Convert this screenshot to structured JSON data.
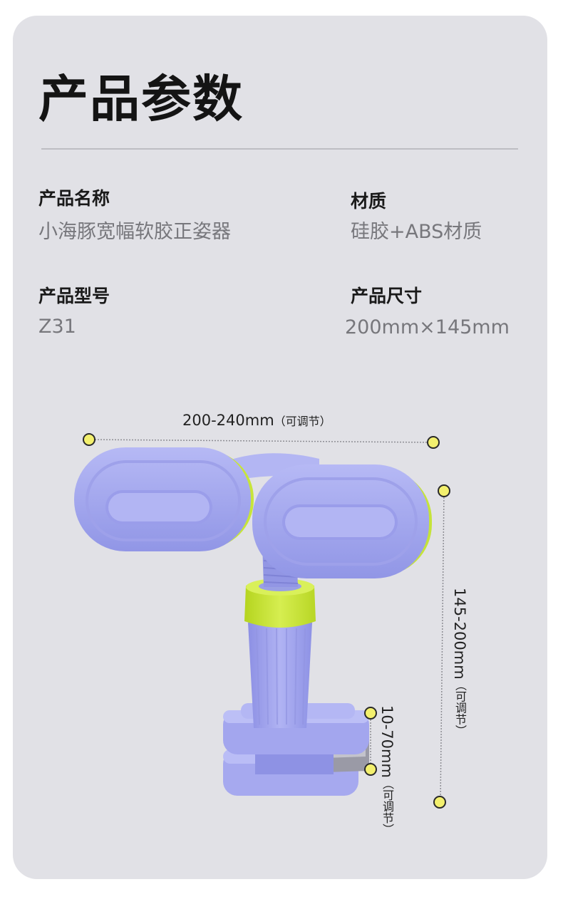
{
  "header": {
    "title": "产品参数"
  },
  "specs": {
    "name": {
      "label": "产品名称",
      "value": "小海豚宽幅软胶正姿器"
    },
    "material": {
      "label": "材质",
      "value": "硅胶+ABS材质"
    },
    "model": {
      "label": "产品型号",
      "value": "Z31"
    },
    "size": {
      "label": "产品尺寸",
      "value": "200mm×145mm"
    }
  },
  "dimensions": {
    "width": {
      "value": "200-240mm",
      "note": "（可调节）"
    },
    "height": {
      "value": "145-200mm",
      "note": "（可调节）"
    },
    "clamp": {
      "value": "10-70mm",
      "note": "（可调节）"
    }
  },
  "colors": {
    "card": "#e1e1e6",
    "product_purple": "#a3a6ee",
    "product_green": "#c9e534",
    "marker_yellow": "#f3f06e"
  }
}
